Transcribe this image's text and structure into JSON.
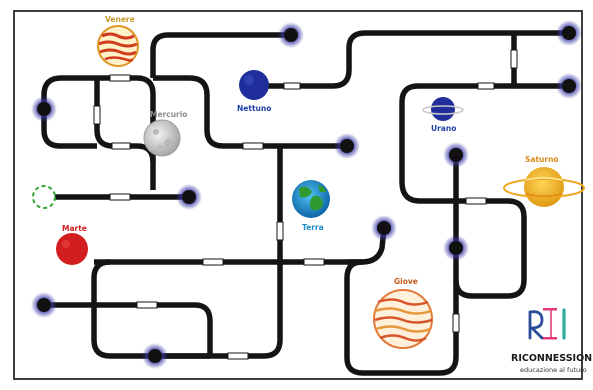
{
  "planets": {
    "venere": {
      "label": "Venere",
      "color": "#c89a2a"
    },
    "mercurio": {
      "label": "Mercurio",
      "color": "#8c8c8c"
    },
    "nettuno": {
      "label": "Nettuno",
      "color": "#1f3fa8"
    },
    "urano": {
      "label": "Urano",
      "color": "#1f3fa8"
    },
    "saturno": {
      "label": "Saturno",
      "color": "#d88a1a"
    },
    "terra": {
      "label": "Terra",
      "color": "#1a8ac8"
    },
    "marte": {
      "label": "Marte",
      "color": "#d22020"
    },
    "giove": {
      "label": "Giove",
      "color": "#c45a1a"
    }
  },
  "brand": {
    "name": "RICONNESSIONI",
    "tagline": "educazione al futuro",
    "colors": {
      "r": "#2a4b9a",
      "bar": "#e23a7a",
      "i": "#2fae9a"
    }
  },
  "colors": {
    "track": "#141414",
    "node_glow": "#3a3aa8",
    "frame": "#111111",
    "start_node": "#2fa82f"
  }
}
